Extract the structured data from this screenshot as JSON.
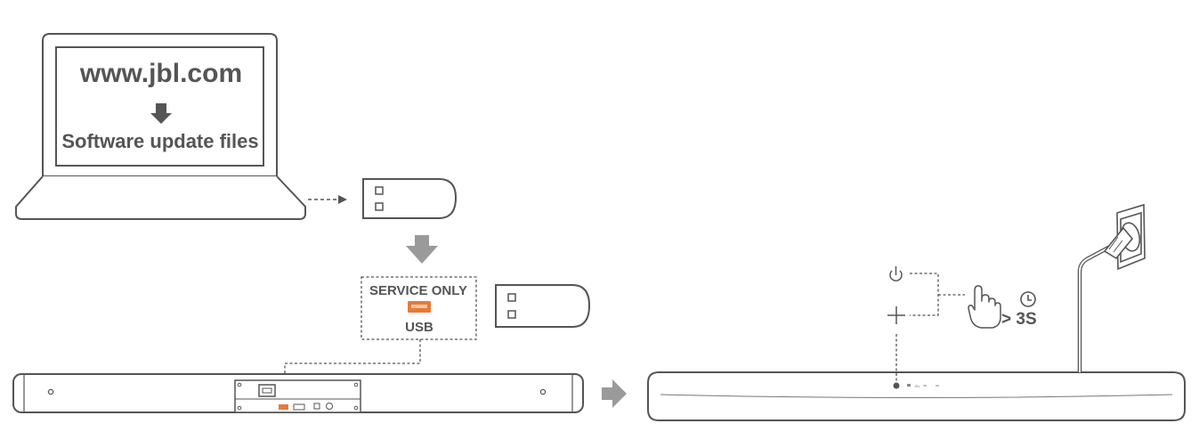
{
  "laptop": {
    "url": "www.jbl.com",
    "caption": "Software update files"
  },
  "usb_port_panel": {
    "top_label": "SERVICE ONLY",
    "bottom_label": "USB"
  },
  "hold_instruction": {
    "duration": "> 3S"
  },
  "icons": {
    "power": "power-icon",
    "plus": "plus-icon",
    "hand": "hand-press-icon",
    "clock": "clock-icon",
    "wall_outlet": "wall-outlet-icon"
  },
  "colors": {
    "line": "#555555",
    "arrow": "#9a9a9a",
    "usb_accent": "#e8793a"
  }
}
